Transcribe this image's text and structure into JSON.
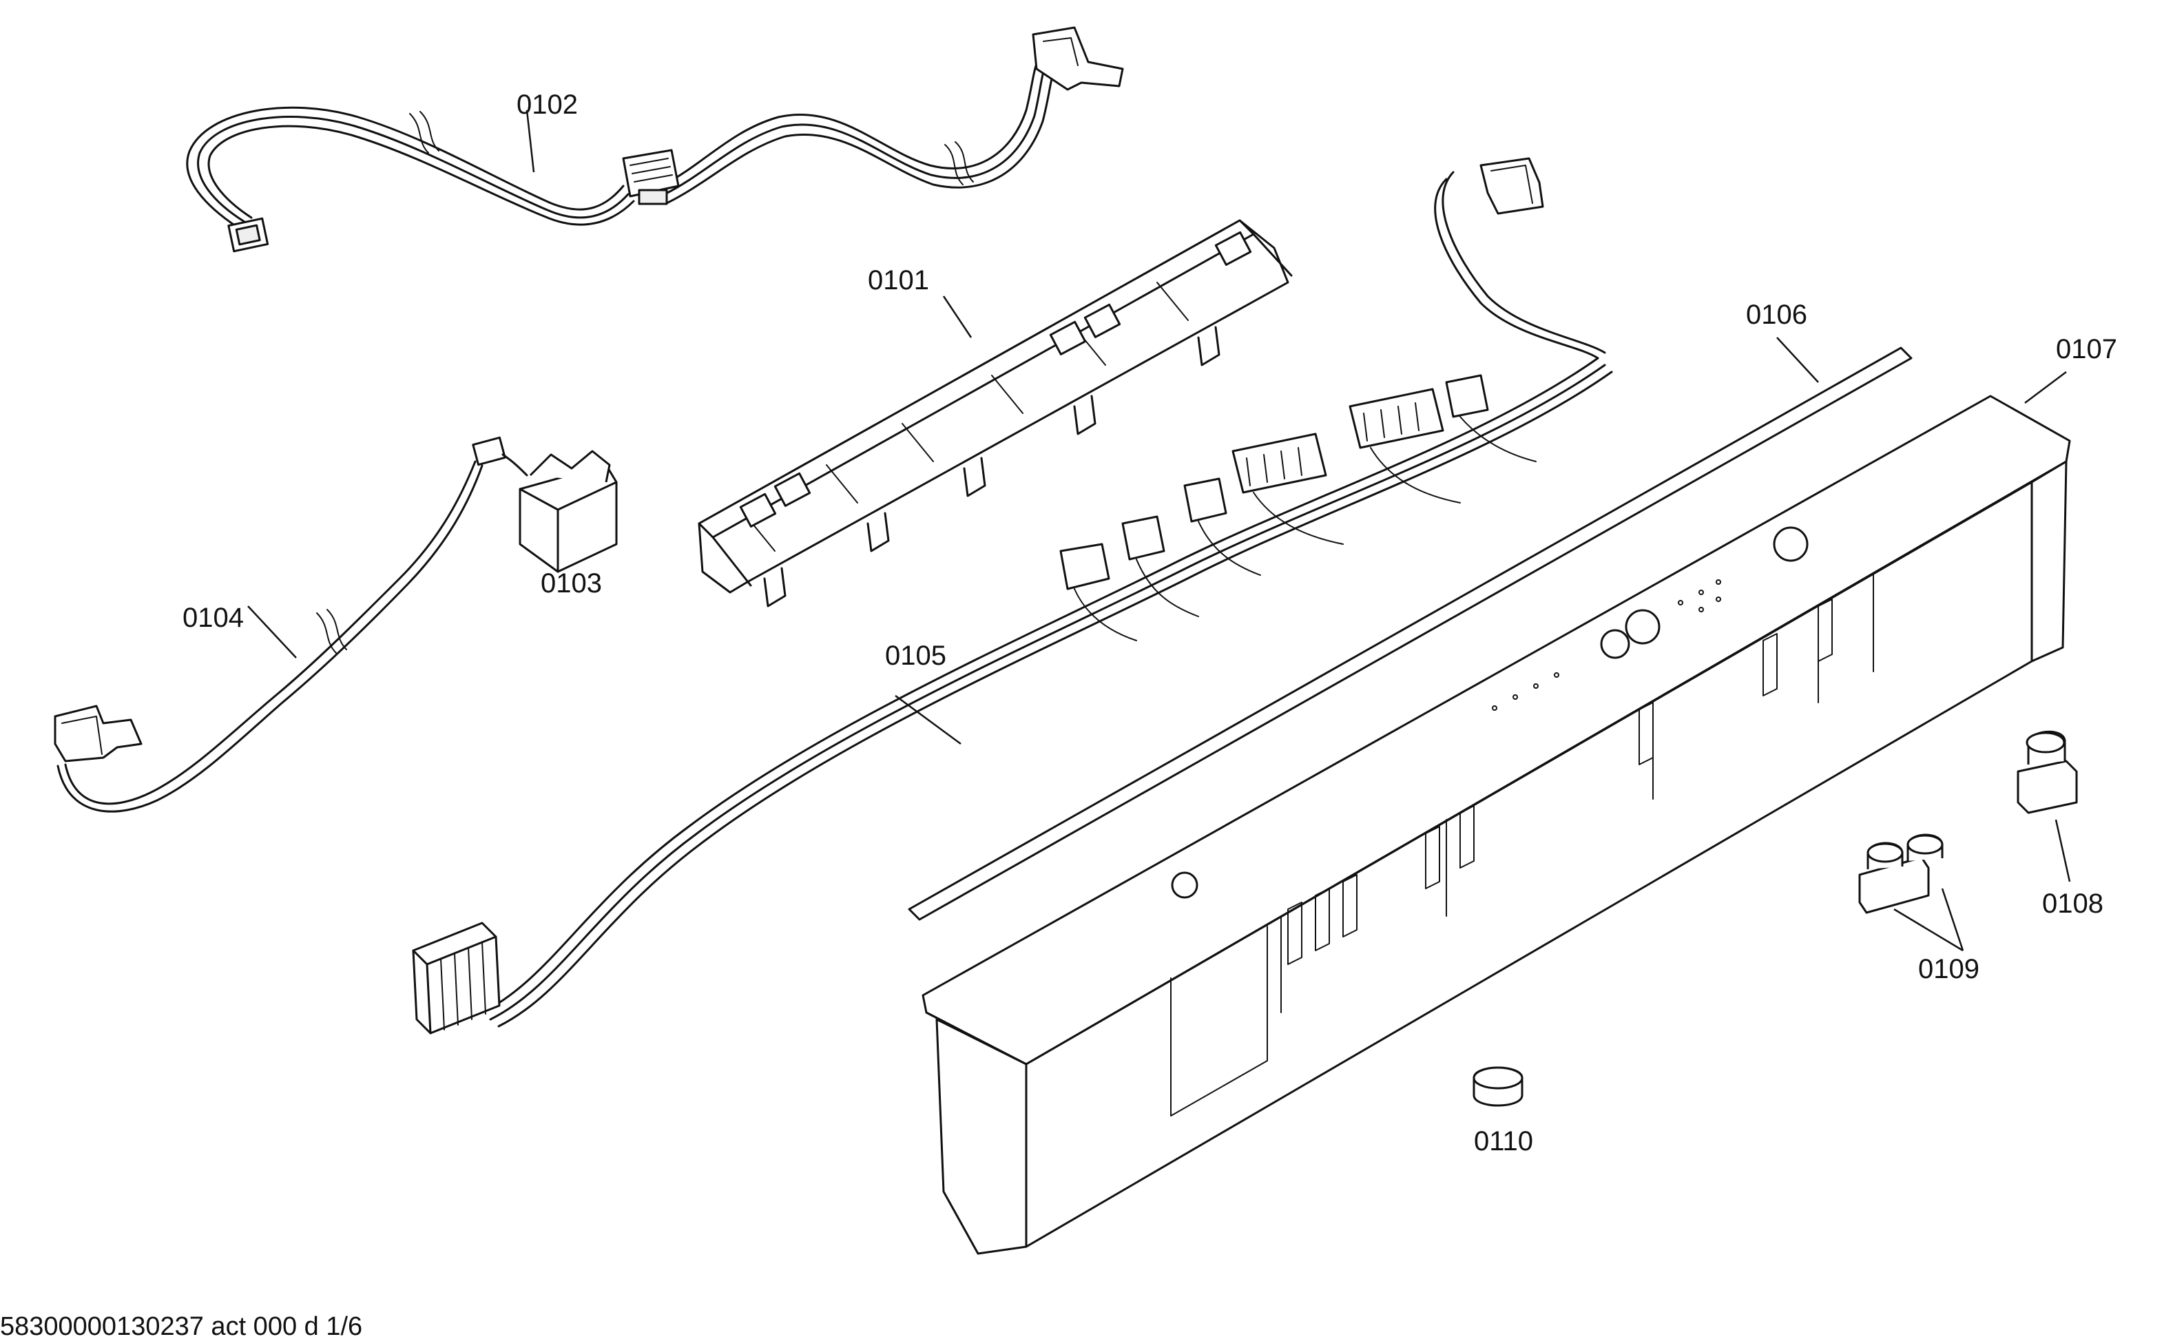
{
  "parts": [
    {
      "id": "0101"
    },
    {
      "id": "0102"
    },
    {
      "id": "0103"
    },
    {
      "id": "0104"
    },
    {
      "id": "0105"
    },
    {
      "id": "0106"
    },
    {
      "id": "0107"
    },
    {
      "id": "0108"
    },
    {
      "id": "0109"
    },
    {
      "id": "0110"
    }
  ],
  "footer": {
    "doc_ref": "58300000130237 act 000 d 1/6"
  }
}
